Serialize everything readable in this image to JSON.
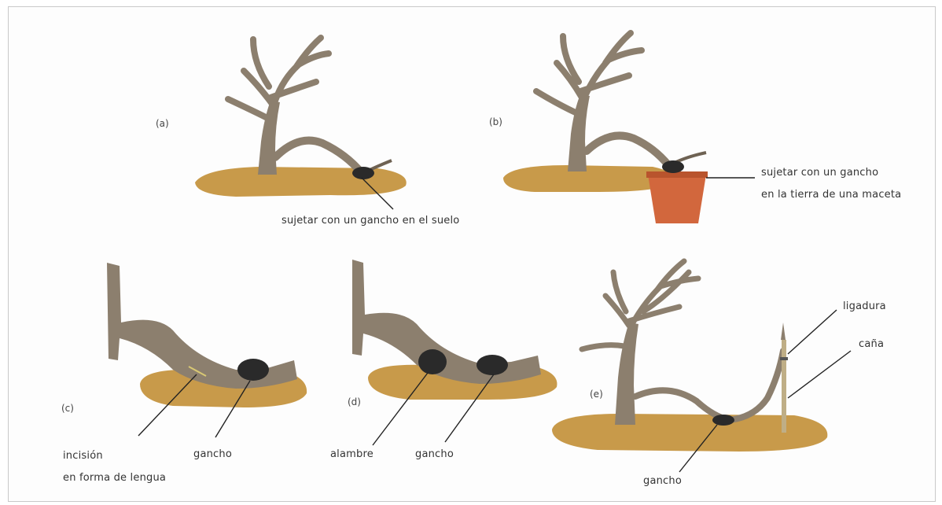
{
  "colors": {
    "trunk": "#8c7f6e",
    "trunk_dark": "#6e6253",
    "soil": "#c89a4a",
    "soil_dark": "#a97b36",
    "pot": "#d2673d",
    "hook": "#2a2a2a",
    "line": "#222222"
  },
  "panels": {
    "a": {
      "tag": "(a)",
      "label": "sujetar con un gancho en el suelo"
    },
    "b": {
      "tag": "(b)",
      "label_line1": "sujetar con un gancho",
      "label_line2": "en la tierra de una maceta"
    },
    "c": {
      "tag": "(c)",
      "label_incision_1": "incisión",
      "label_incision_2": "en forma de lengua",
      "label_hook": "gancho"
    },
    "d": {
      "tag": "(d)",
      "label_wire": "alambre",
      "label_hook": "gancho"
    },
    "e": {
      "tag": "(e)",
      "label_tie": "ligadura",
      "label_cane": "caña",
      "label_hook": "gancho"
    }
  }
}
